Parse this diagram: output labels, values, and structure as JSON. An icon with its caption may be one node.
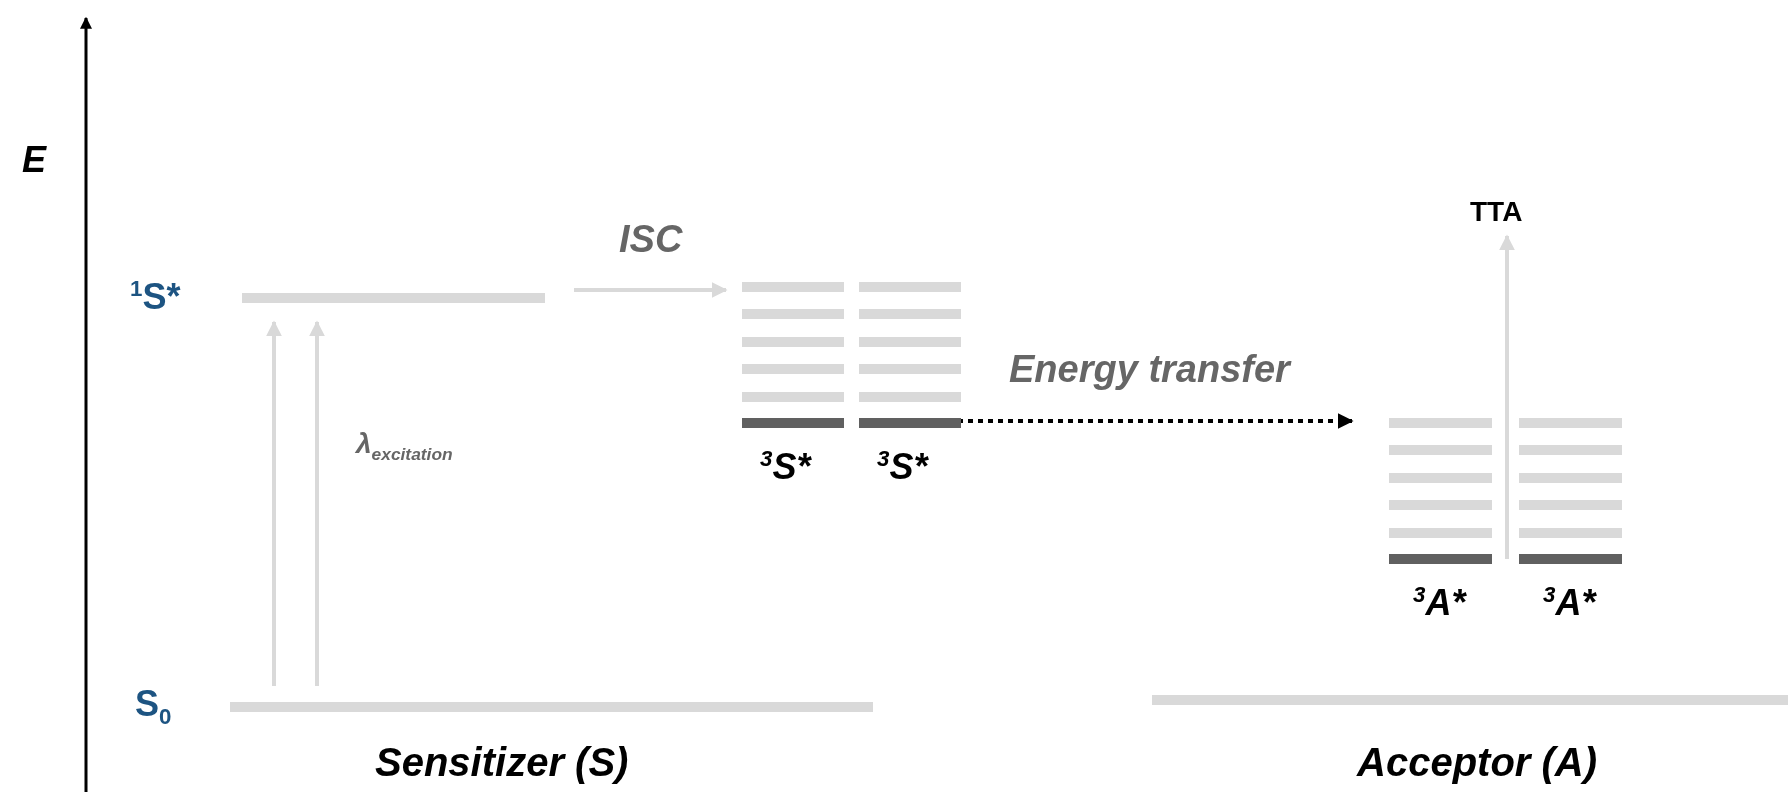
{
  "diagram": {
    "nodes": [
      {
        "text": [],
        "shape": "bar",
        "beside": [
          "$^{1}$S*"
        ]
      },
      {
        "text": [],
        "shape": "bar",
        "beside": [
          "S$_{0}$"
        ]
      },
      {
        "text": [],
        "shape": "bar",
        "beside": [
          "$^{3}$S*"
        ]
      },
      {
        "text": [],
        "shape": "bar",
        "beside": [
          "$^{3}$S*"
        ]
      },
      {
        "text": [],
        "shape": "bar",
        "beside": [
          "$^{3}$A*"
        ]
      },
      {
        "text": [],
        "shape": "bar",
        "beside": [
          "$^{3}$A*"
        ]
      },
      {
        "text": [
          "TTA"
        ]
      },
      {
        "text": [],
        "shape": "bar"
      }
    ],
    "edges": [
      {
        "from": 1,
        "to": 0,
        "arrow": "to"
      },
      {
        "from": 1,
        "to": 0,
        "arrow": "to",
        "label": "λ$_{excitation}$"
      },
      {
        "from": 0,
        "to": 2,
        "arrow": "to",
        "label": "ISC"
      },
      {
        "from": 3,
        "to": 4,
        "arrow": "to",
        "label": "Energy transfer",
        "style": "dashed",
        "color": "#000000"
      },
      {
        "from": 4,
        "to": 6,
        "arrow": "to"
      }
    ],
    "labels": [
      "E",
      "Sensitizer (S)",
      "Acceptor (A)"
    ]
  }
}
